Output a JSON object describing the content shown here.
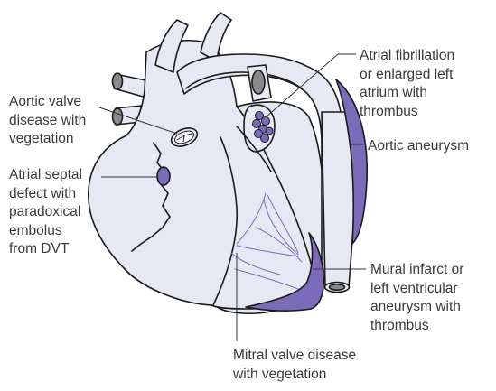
{
  "labels": {
    "aortic_valve": "Aortic valve\ndisease with\nvegetation",
    "atrial_septal": "Atrial septal\ndefect with\nparadoxical\nembolus\nfrom DVT",
    "atrial_fibrillation": "Atrial fibrillation\nor enlarged left\natrium with\nthrombus",
    "aortic_aneurysm": "Aortic aneurysm",
    "mural_infarct": "Mural infarct or\nleft ventricular\naneurysm with\nthrombus",
    "mitral_valve": "Mitral valve disease\nwith vegetation"
  },
  "colors": {
    "heart_fill": "#e6e9f3",
    "outline": "#1a1a1a",
    "lesion": "#7a6cb8",
    "leader": "#333333",
    "text": "#3a3a3a"
  }
}
